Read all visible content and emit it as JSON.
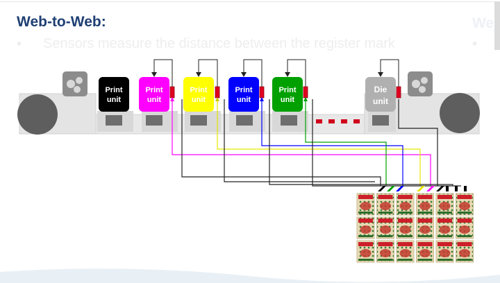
{
  "slide": {
    "title": "Web-to-Web:",
    "ghost_title": "We",
    "bullet_marker": "▪",
    "bullet_text": "Sensors measure the distance between the register mark"
  },
  "units": [
    {
      "line1": "Print",
      "line2": "unit",
      "fill": "#000000",
      "text_color": "#ffffff"
    },
    {
      "line1": "Print",
      "line2": "unit",
      "fill": "#ff00ff",
      "text_color": "#ffffff"
    },
    {
      "line1": "Print",
      "line2": "unit",
      "fill": "#ffff00",
      "text_color": "#ffffff"
    },
    {
      "line1": "Print",
      "line2": "unit",
      "fill": "#0000ff",
      "text_color": "#ffffff"
    },
    {
      "line1": "Print",
      "line2": "unit",
      "fill": "#00a000",
      "text_color": "#ffffff"
    },
    {
      "line1": "Die",
      "line2": "unit",
      "fill": "#b0b0b0",
      "text_color": "#ffffff"
    }
  ],
  "colors": {
    "sensor": "#e00020",
    "machine": "#e6e6e6",
    "machine_dark": "#707070",
    "roller": "#666666",
    "dots": "#d0021b",
    "label_red": "#cc1f2a"
  },
  "icons": [
    "fan-icon",
    "fan-icon"
  ]
}
